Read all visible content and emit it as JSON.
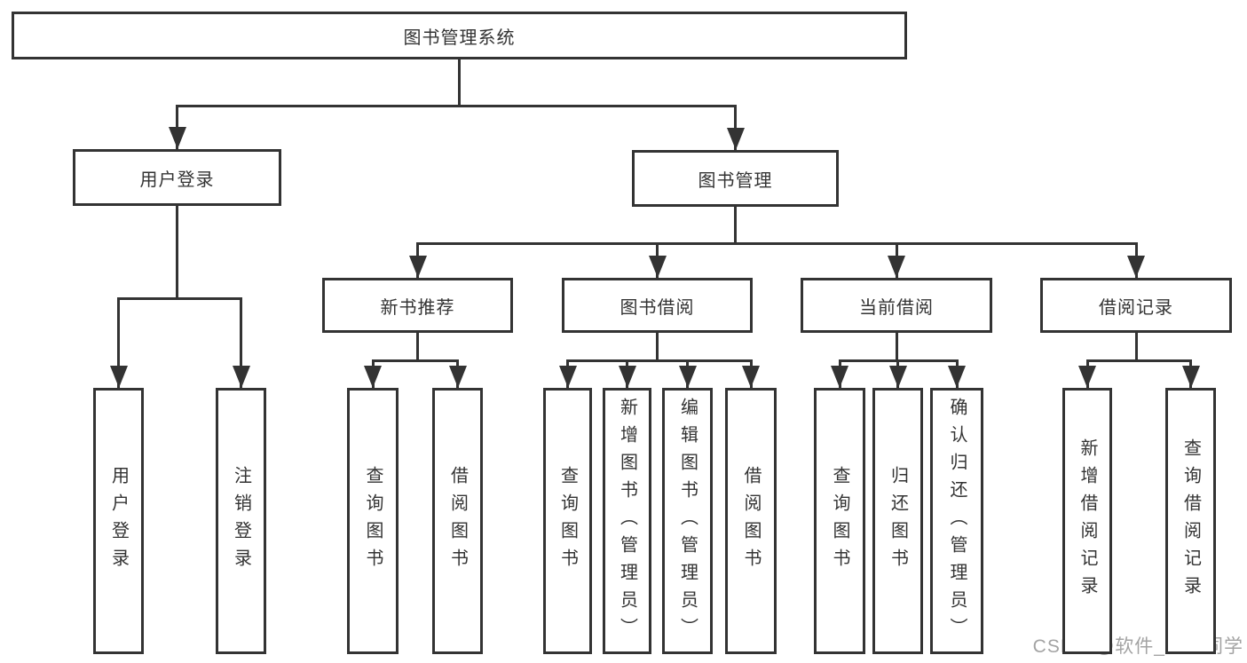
{
  "diagram": {
    "title": "图书管理系统",
    "tree": {
      "id": "root",
      "label": "图书管理系统",
      "children": [
        {
          "id": "login",
          "label": "用户登录",
          "children": [
            {
              "id": "login-1",
              "label": "用户登录",
              "vertical": true
            },
            {
              "id": "login-2",
              "label": "注销登录",
              "vertical": true
            }
          ]
        },
        {
          "id": "bookmgmt",
          "label": "图书管理",
          "children": [
            {
              "id": "newbook",
              "label": "新书推荐",
              "children": [
                {
                  "id": "newbook-1",
                  "label": "查询图书",
                  "vertical": true
                },
                {
                  "id": "newbook-2",
                  "label": "借阅图书",
                  "vertical": true
                }
              ]
            },
            {
              "id": "borrow",
              "label": "图书借阅",
              "children": [
                {
                  "id": "borrow-1",
                  "label": "查询图书",
                  "vertical": true
                },
                {
                  "id": "borrow-2",
                  "label": "新增图书（管理员）",
                  "vertical": true
                },
                {
                  "id": "borrow-3",
                  "label": "编辑图书（管理员）",
                  "vertical": true
                },
                {
                  "id": "borrow-4",
                  "label": "借阅图书",
                  "vertical": true
                }
              ]
            },
            {
              "id": "current",
              "label": "当前借阅",
              "children": [
                {
                  "id": "current-1",
                  "label": "查询图书",
                  "vertical": true
                },
                {
                  "id": "current-2",
                  "label": "归还图书",
                  "vertical": true
                },
                {
                  "id": "current-3",
                  "label": "确认归还（管理员）",
                  "vertical": true
                }
              ]
            },
            {
              "id": "records",
              "label": "借阅记录",
              "children": [
                {
                  "id": "records-1",
                  "label": "新增借阅记录",
                  "vertical": true
                },
                {
                  "id": "records-2",
                  "label": "查询借阅记录",
                  "vertical": true
                }
              ]
            }
          ]
        }
      ]
    }
  },
  "watermark": {
    "text": "CSDN @软件_小贺同学"
  },
  "colors": {
    "line": "#333333",
    "box_border": "#333333",
    "text": "#333333",
    "watermark": "#a3a3a3",
    "background": "#ffffff"
  }
}
